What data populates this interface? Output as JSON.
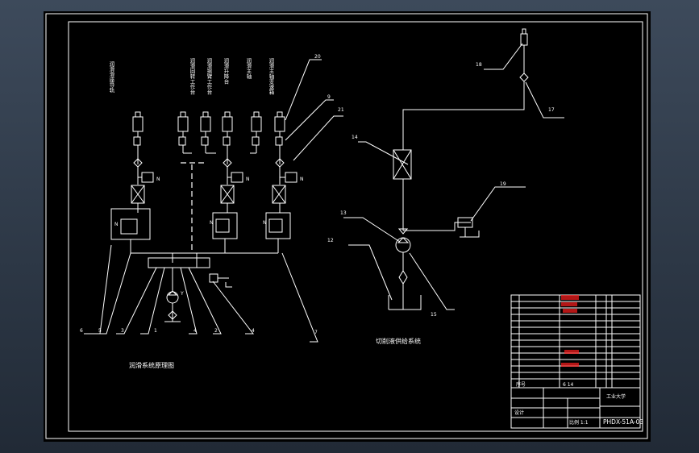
{
  "drawing": {
    "lube_system_caption": "润滑系统原理图",
    "coolant_system_caption": "切削液供给系统",
    "lube_point_labels": [
      "润滑滑座导轨",
      "润滑回转工作台",
      "润滑摇臂工作台",
      "润滑升降台",
      "润滑主轴",
      "润滑主轴变速箱"
    ],
    "callouts_left": [
      "6",
      "5",
      "3",
      "1",
      "4",
      "2",
      "4",
      "7"
    ],
    "callouts_right": [
      "18",
      "17",
      "14",
      "13",
      "12",
      "15",
      "19",
      "21",
      "9",
      "20"
    ],
    "title_block": {
      "drawing_number": "PHDX-51A-03",
      "sheet_label": "6 14",
      "item_header": "序号",
      "scale_label": "比例 1:1",
      "designer_label": "设计",
      "school_label": "工业大学"
    },
    "colors": {
      "background": "#000000",
      "line": "#ffffff",
      "highlight": "#ff2020",
      "frame": "#3d4a5b"
    }
  }
}
